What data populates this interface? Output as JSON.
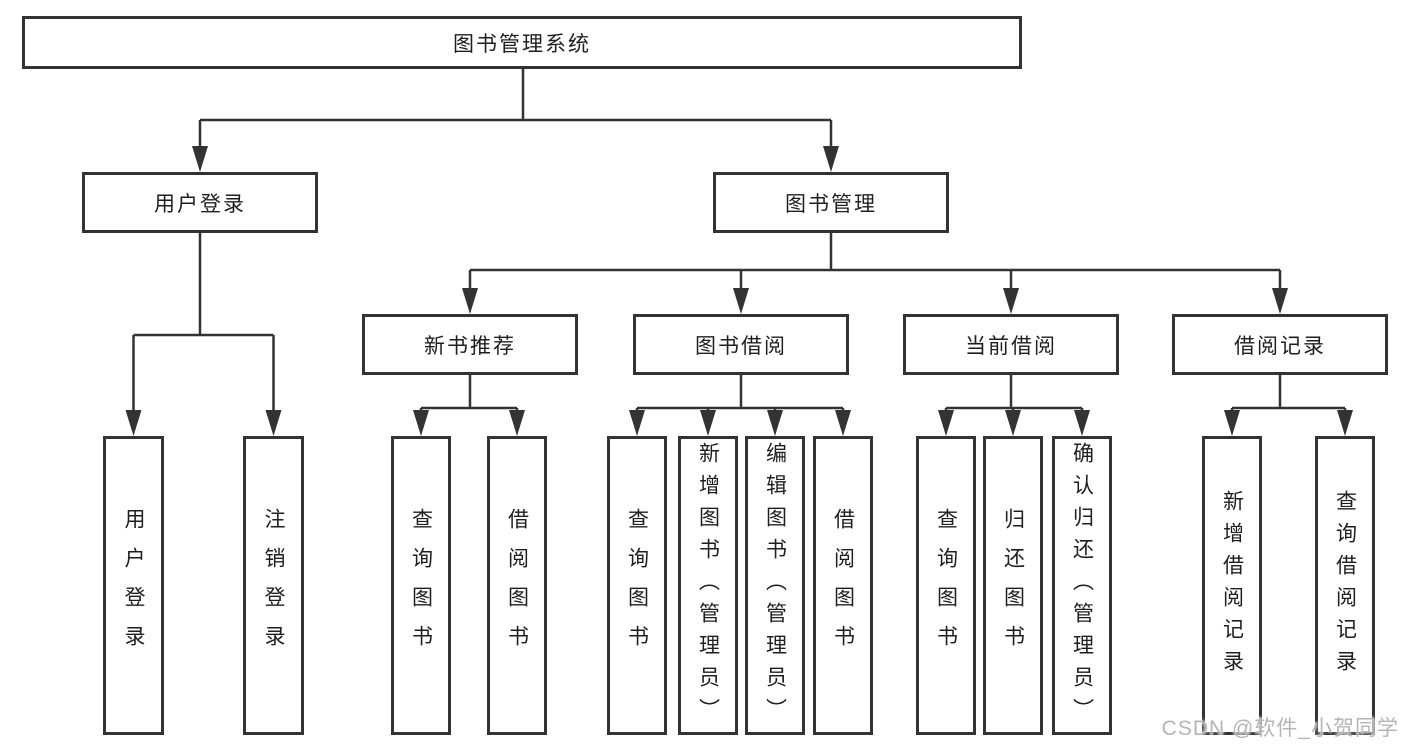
{
  "diagram": {
    "root": {
      "label": "图书管理系统"
    },
    "level2": [
      {
        "id": "user-login",
        "label": "用户登录"
      },
      {
        "id": "book-management",
        "label": "图书管理"
      }
    ],
    "level3": [
      {
        "id": "new-book-recommend",
        "label": "新书推荐",
        "parent": "图书管理"
      },
      {
        "id": "book-borrow",
        "label": "图书借阅",
        "parent": "图书管理"
      },
      {
        "id": "current-borrow",
        "label": "当前借阅",
        "parent": "图书管理"
      },
      {
        "id": "borrow-records",
        "label": "借阅记录",
        "parent": "图书管理"
      }
    ],
    "leaves": [
      {
        "id": "user-login-leaf",
        "label": "用户登录",
        "parent": "用户登录"
      },
      {
        "id": "logout-leaf",
        "label": "注销登录",
        "parent": "用户登录"
      },
      {
        "id": "query-books-recommend",
        "label": "查询图书",
        "parent": "新书推荐"
      },
      {
        "id": "borrow-books-recommend",
        "label": "借阅图书",
        "parent": "新书推荐"
      },
      {
        "id": "query-books-borrow",
        "label": "查询图书",
        "parent": "图书借阅"
      },
      {
        "id": "add-book-admin",
        "label": "新增图书（管理员）",
        "parent": "图书借阅"
      },
      {
        "id": "edit-book-admin",
        "label": "编辑图书（管理员）",
        "parent": "图书借阅"
      },
      {
        "id": "borrow-books-borrow",
        "label": "借阅图书",
        "parent": "图书借阅"
      },
      {
        "id": "query-books-current",
        "label": "查询图书",
        "parent": "当前借阅"
      },
      {
        "id": "return-book",
        "label": "归还图书",
        "parent": "当前借阅"
      },
      {
        "id": "confirm-return-admin",
        "label": "确认归还（管理员）",
        "parent": "当前借阅"
      },
      {
        "id": "add-borrow-record",
        "label": "新增借阅记录",
        "parent": "借阅记录"
      },
      {
        "id": "query-borrow-record",
        "label": "查询借阅记录",
        "parent": "借阅记录"
      }
    ]
  },
  "watermark": {
    "text": "CSDN @软件_小贺同学",
    "color": "#b5b5b5"
  },
  "colors": {
    "background": "#ffffff",
    "box_border": "#333333",
    "line": "#333333",
    "text": "#1f1f1f"
  }
}
